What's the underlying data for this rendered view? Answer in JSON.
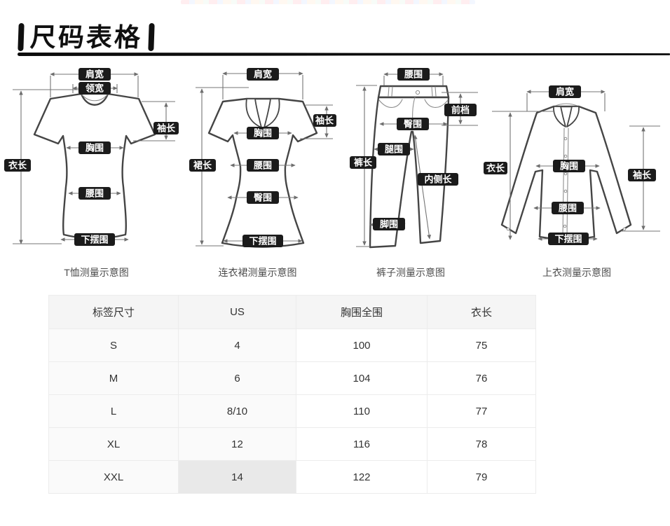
{
  "header": {
    "title": "尺码表格"
  },
  "diagrams": [
    {
      "id": "tshirt",
      "caption": "T恤测量示意图",
      "labels": {
        "shoulder": "肩宽",
        "neck": "领宽",
        "sleeve": "袖长",
        "bust": "胸围",
        "length": "衣长",
        "waist": "腰围",
        "hem": "下摆围"
      }
    },
    {
      "id": "dress",
      "caption": "连衣裙测量示意图",
      "labels": {
        "shoulder": "肩宽",
        "sleeve": "袖长",
        "bust": "胸围",
        "length": "裙长",
        "waist": "腰围",
        "hip": "臀围",
        "hem": "下摆围"
      }
    },
    {
      "id": "pants",
      "caption": "裤子测量示意图",
      "labels": {
        "waist": "腰围",
        "front_rise": "前档",
        "hip": "臀围",
        "thigh": "腿围",
        "length": "裤长",
        "inseam": "内侧长",
        "ankle": "脚围"
      }
    },
    {
      "id": "shirt",
      "caption": "上衣测量示意图",
      "labels": {
        "shoulder": "肩宽",
        "length": "衣长",
        "bust": "胸围",
        "sleeve": "袖长",
        "waist": "腰围",
        "hem": "下摆围"
      }
    }
  ],
  "size_table": {
    "headers": [
      "标签尺寸",
      "US",
      "胸围全围",
      "衣长"
    ],
    "rows": [
      [
        "S",
        "4",
        "100",
        "75"
      ],
      [
        "M",
        "6",
        "104",
        "76"
      ],
      [
        "L",
        "8/10",
        "110",
        "77"
      ],
      [
        "XL",
        "12",
        "116",
        "78"
      ],
      [
        "XXL",
        "14",
        "122",
        "79"
      ]
    ]
  },
  "colors": {
    "badge_bg": "#1b1b1b",
    "badge_text": "#ffffff",
    "garment_outline": "#454545",
    "dimension_line": "#757575",
    "table_header_bg": "#f5f5f5",
    "table_stripe_bg": "#fafafa",
    "table_highlight_bg": "#e9e9e9",
    "title_color": "#101010"
  }
}
